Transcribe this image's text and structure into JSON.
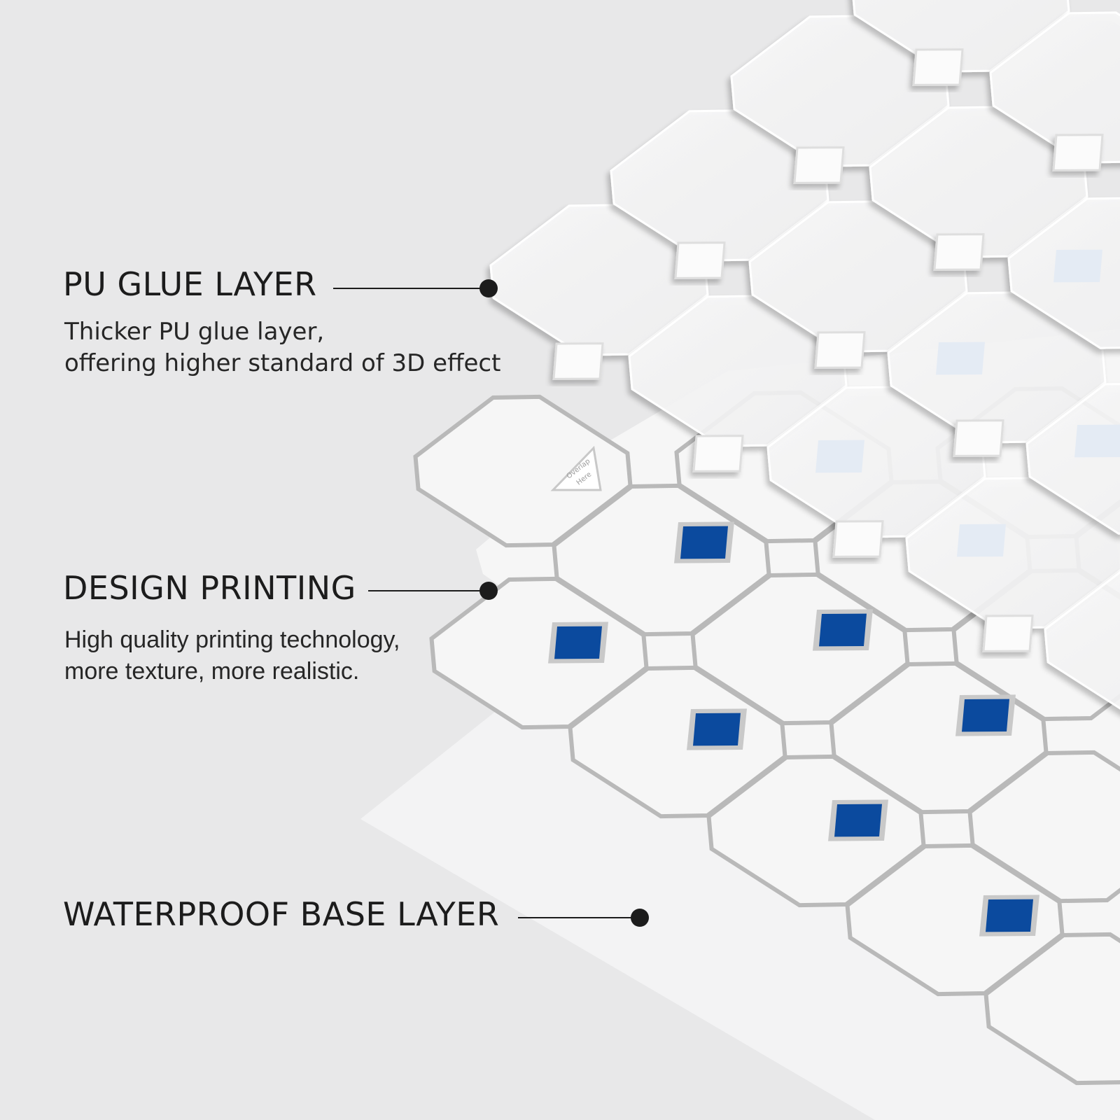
{
  "colors": {
    "background": "#e8e8e9",
    "base_layer": "#f3f3f4",
    "tile_white": "#f6f6f6",
    "grout": "#b9b9b9",
    "accent_blue": "#0b4a9e",
    "text": "#1c1c1c"
  },
  "layers": [
    {
      "title": "PU GLUE LAYER",
      "description_lines": [
        "Thicker PU glue layer,",
        "offering higher standard of 3D effect"
      ]
    },
    {
      "title": "DESIGN PRINTING",
      "description_lines": [
        "High quality printing technology,",
        "more texture, more realistic."
      ]
    },
    {
      "title": "WATERPROOF BASE LAYER",
      "description_lines": []
    }
  ],
  "sticker_marker": {
    "line1": "Overlap",
    "line2": "Here"
  }
}
